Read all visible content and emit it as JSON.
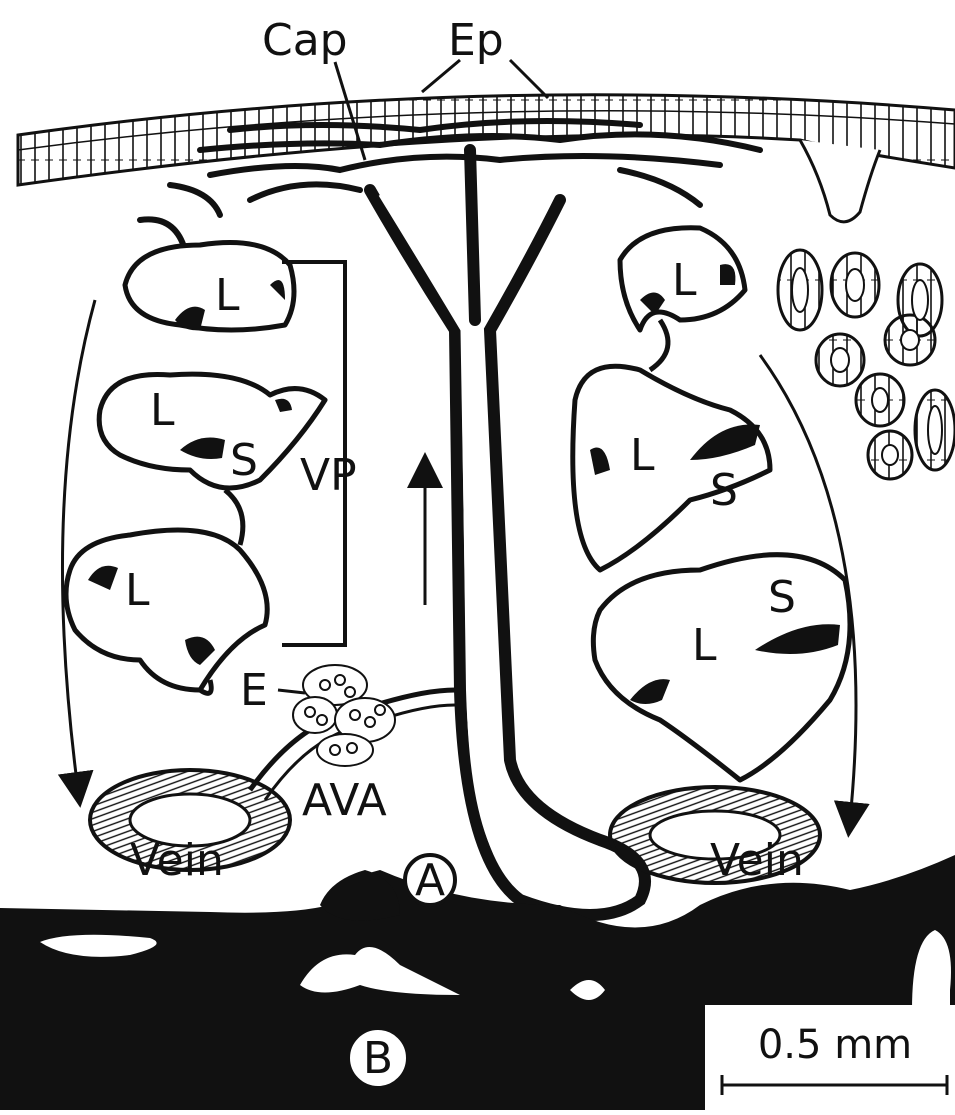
{
  "labels": {
    "cap": "Cap",
    "ep": "Ep",
    "vp": "VP",
    "e": "E",
    "ava": "AVA",
    "artery": "A",
    "bottom": "B",
    "vein_left": "Vein",
    "vein_right": "Vein",
    "lumen": "L",
    "smooth_muscle": "S"
  },
  "scale_bar": {
    "text": "0.5 mm"
  }
}
